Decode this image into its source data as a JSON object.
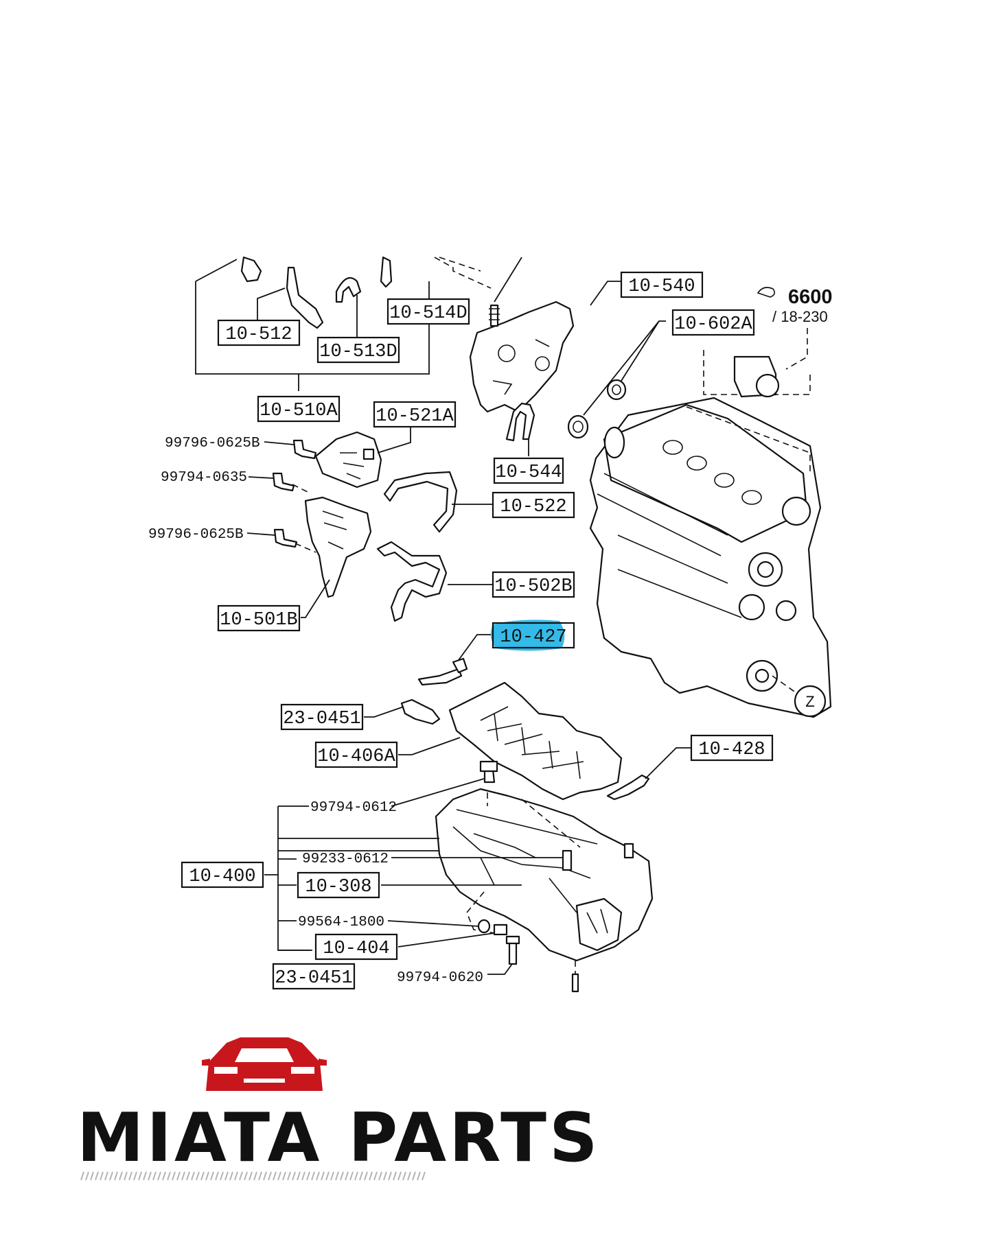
{
  "diagram": {
    "labels": [
      {
        "id": "10-540",
        "text": "10-540"
      },
      {
        "id": "10-602a",
        "text": "10-602A"
      },
      {
        "id": "10-514d",
        "text": "10-514D"
      },
      {
        "id": "10-512",
        "text": "10-512"
      },
      {
        "id": "10-513d",
        "text": "10-513D"
      },
      {
        "id": "10-510a",
        "text": "10-510A"
      },
      {
        "id": "10-521a",
        "text": "10-521A"
      },
      {
        "id": "10-544",
        "text": "10-544"
      },
      {
        "id": "10-522",
        "text": "10-522"
      },
      {
        "id": "10-502b",
        "text": "10-502B"
      },
      {
        "id": "10-501b",
        "text": "10-501B"
      },
      {
        "id": "10-427",
        "text": "10-427",
        "highlighted": true
      },
      {
        "id": "23-0451-top",
        "text": "23-0451"
      },
      {
        "id": "10-406a",
        "text": "10-406A"
      },
      {
        "id": "10-428",
        "text": "10-428"
      },
      {
        "id": "10-400",
        "text": "10-400"
      },
      {
        "id": "10-308",
        "text": "10-308"
      },
      {
        "id": "10-404",
        "text": "10-404"
      },
      {
        "id": "23-0451-bottom",
        "text": "23-0451"
      }
    ],
    "plain_labels": [
      {
        "id": "99796-0625b-top",
        "text": "99796-0625B"
      },
      {
        "id": "99794-0635",
        "text": "99794-0635"
      },
      {
        "id": "99796-0625b-mid",
        "text": "99796-0625B"
      },
      {
        "id": "99794-0612",
        "text": "99794-0612"
      },
      {
        "id": "99233-0612",
        "text": "99233-0612"
      },
      {
        "id": "99564-1800",
        "text": "99564-1800"
      },
      {
        "id": "99794-0620",
        "text": "99794-0620"
      }
    ],
    "reference": {
      "number": "6600",
      "page": "/ 18-230"
    },
    "marker": "Z",
    "highlight_color": "#29b6e8"
  },
  "brand": {
    "name": "MIATA PARTS",
    "logo_color": "#c8161d"
  }
}
